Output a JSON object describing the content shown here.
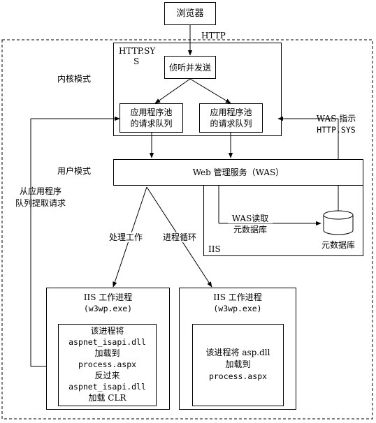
{
  "diagram": {
    "browser": "浏览器",
    "http": "HTTP",
    "http_sys": [
      "HTTP.SY",
      "S"
    ],
    "listener": "侦听并发送",
    "kernel_mode": "内核模式",
    "queue_1": [
      "应用程序池",
      "的请求队列"
    ],
    "queue_2": [
      "应用程序池",
      "的请求队列"
    ],
    "was_indicates": [
      "WAS 指示",
      "HTTP.SYS"
    ],
    "user_mode": "用户模式",
    "was_service": "Web 管理服务（WAS）",
    "fetch_request": [
      "从应用程序",
      "队列提取请求"
    ],
    "was_read": [
      "WAS读取",
      "元数据库"
    ],
    "metabase": "元数据库",
    "iis": "IIS",
    "process_work": "处理工作",
    "process_cycle": "进程循环",
    "worker_1": {
      "title": "IIS 工作进程",
      "exe": "(w3wp.exe)",
      "lines": [
        "该进程将",
        "aspnet_isapi.dll",
        "加载到",
        "process.aspx",
        "反过来",
        "aspnet_isapi.dll",
        "加载 CLR"
      ]
    },
    "worker_2": {
      "title": "IIS 工作进程",
      "exe": "(w3wp.exe)",
      "lines": [
        "该进程将 asp.dll",
        "加载到",
        "process.aspx"
      ]
    }
  }
}
